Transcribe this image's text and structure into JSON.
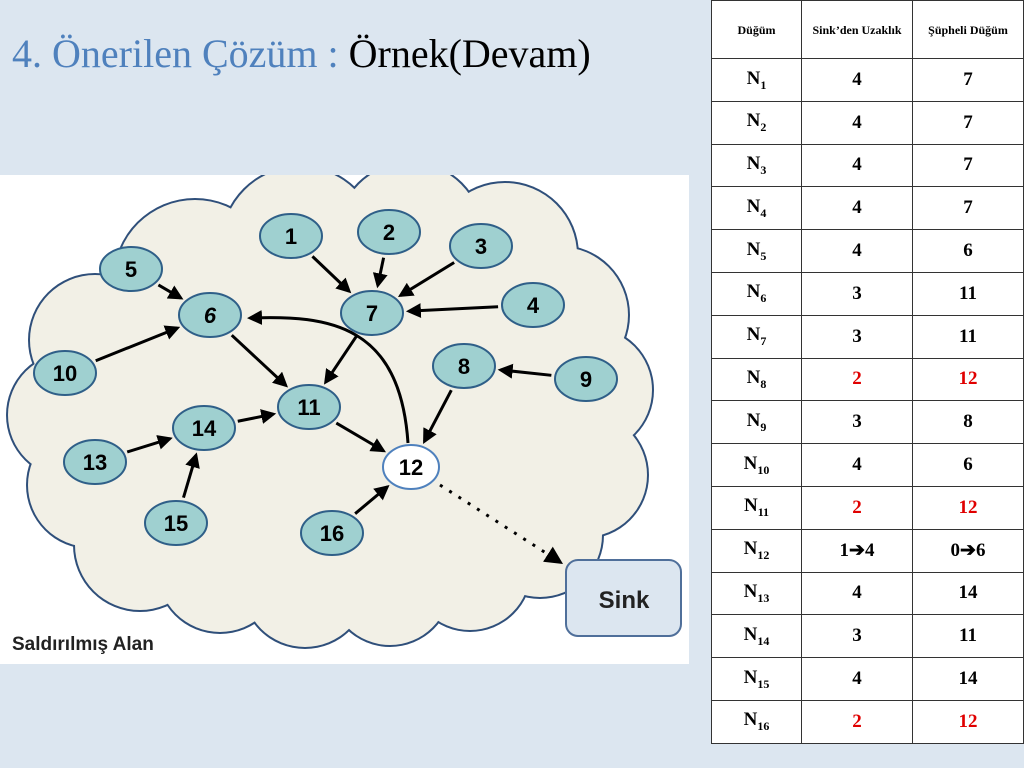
{
  "title": {
    "part1": "4. Önerilen Çözüm : ",
    "part2": "Örnek(Devam)"
  },
  "diagram": {
    "area_label": "Saldırılmış Alan",
    "sink_label": "Sink",
    "nodes": [
      "1",
      "2",
      "3",
      "4",
      "5",
      "6",
      "7",
      "8",
      "9",
      "10",
      "11",
      "12",
      "13",
      "14",
      "15",
      "16"
    ],
    "colors": {
      "cloud_fill": "#f2f0e6",
      "cloud_stroke": "#2f4f7a",
      "node_fill": "#9fd0d0",
      "node_stroke": "#2f5f88",
      "node12_fill": "#ffffff",
      "node12_stroke": "#4f81bd",
      "sink_fill": "#dce6f0",
      "sink_stroke": "#4f6f9a"
    }
  },
  "table": {
    "headers": [
      "Düğüm",
      "Sink’den Uzaklık",
      "Şüpheli Düğüm"
    ],
    "rows": [
      {
        "node": "N",
        "sub": "1",
        "dist": "4",
        "susp": "7",
        "highlight": false
      },
      {
        "node": "N",
        "sub": "2",
        "dist": "4",
        "susp": "7",
        "highlight": false
      },
      {
        "node": "N",
        "sub": "3",
        "dist": "4",
        "susp": "7",
        "highlight": false
      },
      {
        "node": "N",
        "sub": "4",
        "dist": "4",
        "susp": "7",
        "highlight": false
      },
      {
        "node": "N",
        "sub": "5",
        "dist": "4",
        "susp": "6",
        "highlight": false
      },
      {
        "node": "N",
        "sub": "6",
        "dist": "3",
        "susp": "11",
        "highlight": false
      },
      {
        "node": "N",
        "sub": "7",
        "dist": "3",
        "susp": "11",
        "highlight": false
      },
      {
        "node": "N",
        "sub": "8",
        "dist": "2",
        "susp": "12",
        "highlight": true
      },
      {
        "node": "N",
        "sub": "9",
        "dist": "3",
        "susp": "8",
        "highlight": false
      },
      {
        "node": "N",
        "sub": "10",
        "dist": "4",
        "susp": "6",
        "highlight": false
      },
      {
        "node": "N",
        "sub": "11",
        "dist": "2",
        "susp": "12",
        "highlight": true
      },
      {
        "node": "N",
        "sub": "12",
        "dist": "1➔4",
        "susp": "0➔6",
        "highlight": false
      },
      {
        "node": "N",
        "sub": "13",
        "dist": "4",
        "susp": "14",
        "highlight": false
      },
      {
        "node": "N",
        "sub": "14",
        "dist": "3",
        "susp": "11",
        "highlight": false
      },
      {
        "node": "N",
        "sub": "15",
        "dist": "4",
        "susp": "14",
        "highlight": false
      },
      {
        "node": "N",
        "sub": "16",
        "dist": "2",
        "susp": "12",
        "highlight": true
      }
    ]
  }
}
